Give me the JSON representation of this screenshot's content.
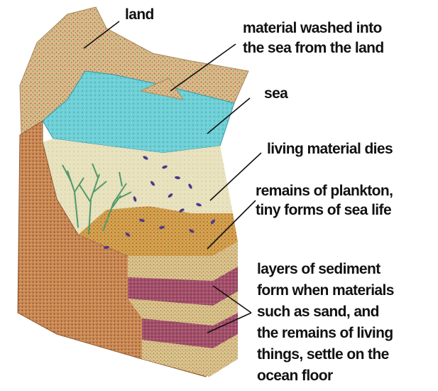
{
  "labels": {
    "land": "land",
    "washed_line1": "material washed into",
    "washed_line2": "the sea from the land",
    "sea": "sea",
    "dies": "living material dies",
    "plankton_line1": "remains of plankton,",
    "plankton_line2": "tiny forms of sea life",
    "sediment_line1": "layers of sediment",
    "sediment_line2": "form when materials",
    "sediment_line3": "such as sand, and",
    "sediment_line4": "the remains of living",
    "sediment_line5": "things, settle on the",
    "sediment_line6": "ocean floor"
  },
  "colors": {
    "land": "#d8b98a",
    "sea": "#6fd0d6",
    "water_column": "#e8e2bf",
    "cliff": "#c98a55",
    "sediment_sand": "#d9c58e",
    "sediment_layer": "#a14f6a",
    "plankton_mat": "#d8a24e",
    "plankton_bits": "#4a3a8a",
    "seaweed": "#4f9a6a"
  }
}
